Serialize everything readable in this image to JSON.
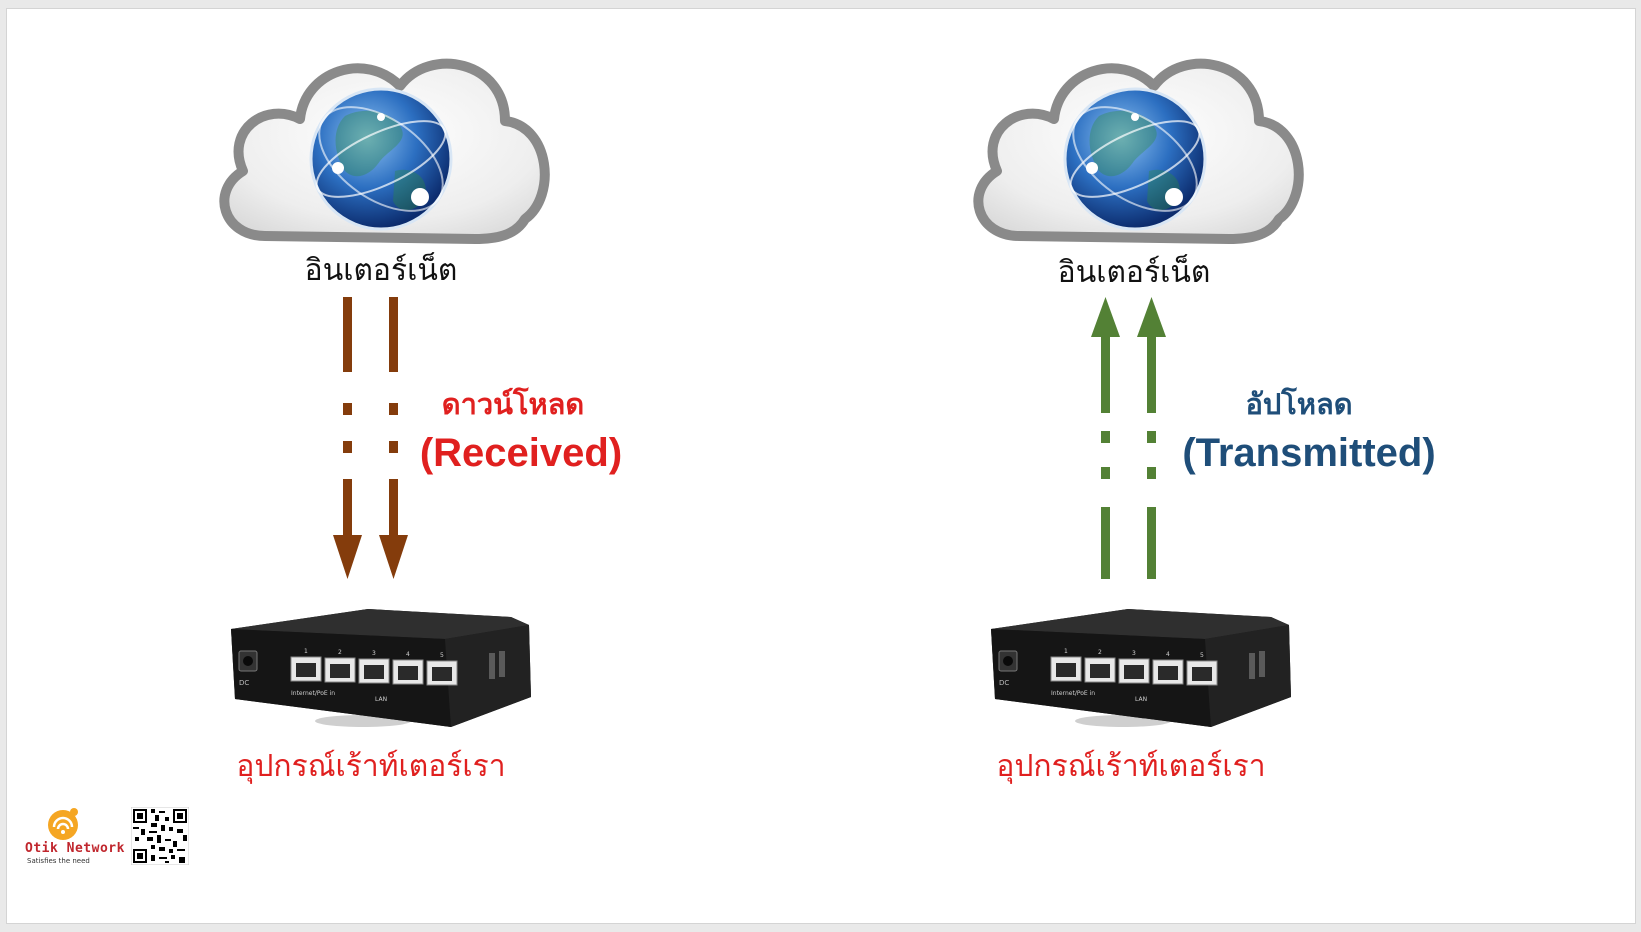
{
  "left": {
    "cloud_label": "อินเตอร์เน็ต",
    "direction_thai": "ดาวน์โหลด",
    "direction_english": "(Received)",
    "router_label": "อุปกรณ์เร้าท์เตอร์เรา",
    "arrow_color": "#843c0c"
  },
  "right": {
    "cloud_label": "อินเตอร์เน็ต",
    "direction_thai": "อัปโหลด",
    "direction_english": "(Transmitted)",
    "router_label": "อุปกรณ์เร้าท์เตอร์เรา",
    "arrow_color": "#538135"
  },
  "logo": {
    "name": "Otik Network",
    "tagline": "Satisfies the need"
  },
  "router": {
    "port_numbers": [
      "1",
      "2",
      "3",
      "4",
      "5"
    ],
    "port_caption": "Internet/PoE in",
    "lan_caption": "LAN",
    "dc_caption": "DC"
  },
  "colors": {
    "received_text": "#e0201f",
    "transmitted_text": "#1f4e79",
    "router_label": "#e0201f"
  }
}
